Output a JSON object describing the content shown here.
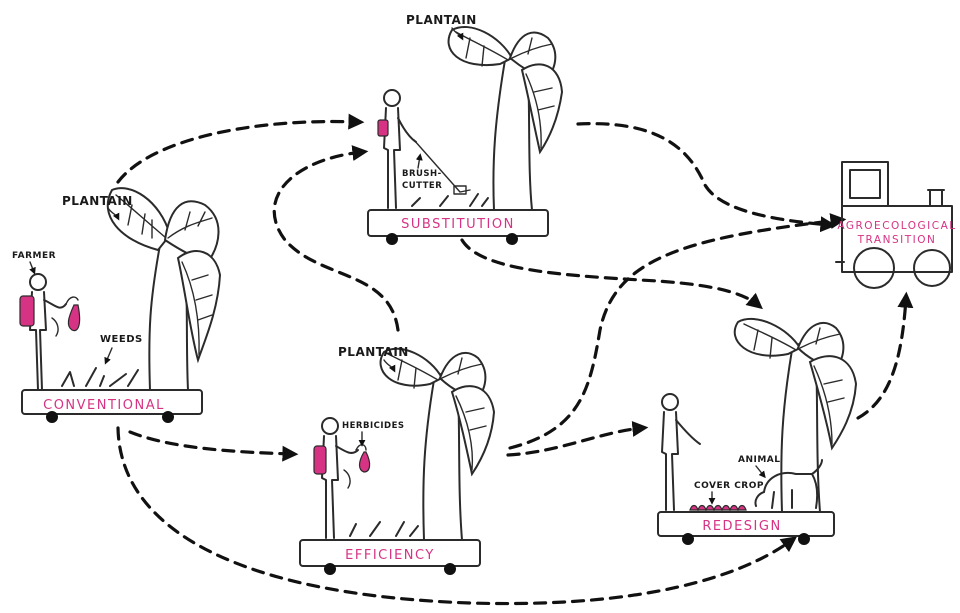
{
  "carts": {
    "conventional": "CONVENTIONAL",
    "substitution": "SUBSTITUTION",
    "efficiency": "EFFICIENCY",
    "redesign": "REDESIGN"
  },
  "labels": {
    "plantain": "PLANTAIN",
    "farmer": "FARMER",
    "weeds": "WEEDS",
    "brush_cutter_1": "BRUSH-",
    "brush_cutter_2": "CUTTER",
    "herbicides": "HERBICIDES",
    "cover_crop": "COVER CROP",
    "animal": "ANIMAL"
  },
  "train": {
    "line1": "AGROECOLOGICAL",
    "line2": "TRANSITION"
  },
  "colors": {
    "accent": "#d63384",
    "ink": "#2b2b2b"
  }
}
